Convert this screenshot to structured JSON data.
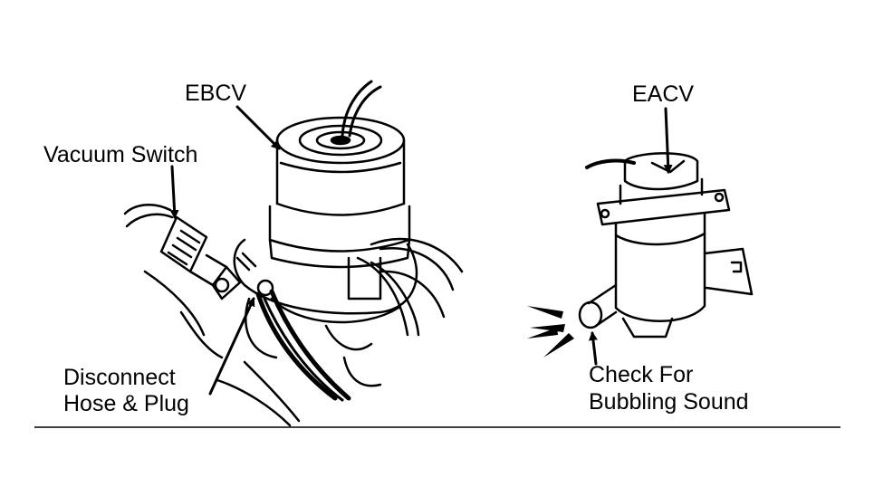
{
  "labels": {
    "ebcv": "EBCV",
    "vacuum_switch": "Vacuum Switch",
    "disconnect_line1": "Disconnect",
    "disconnect_line2": "Hose & Plug",
    "eacv": "EACV",
    "check_line1": "Check For",
    "check_line2": "Bubbling Sound"
  },
  "colors": {
    "ink": "#000000",
    "paper": "#ffffff"
  }
}
